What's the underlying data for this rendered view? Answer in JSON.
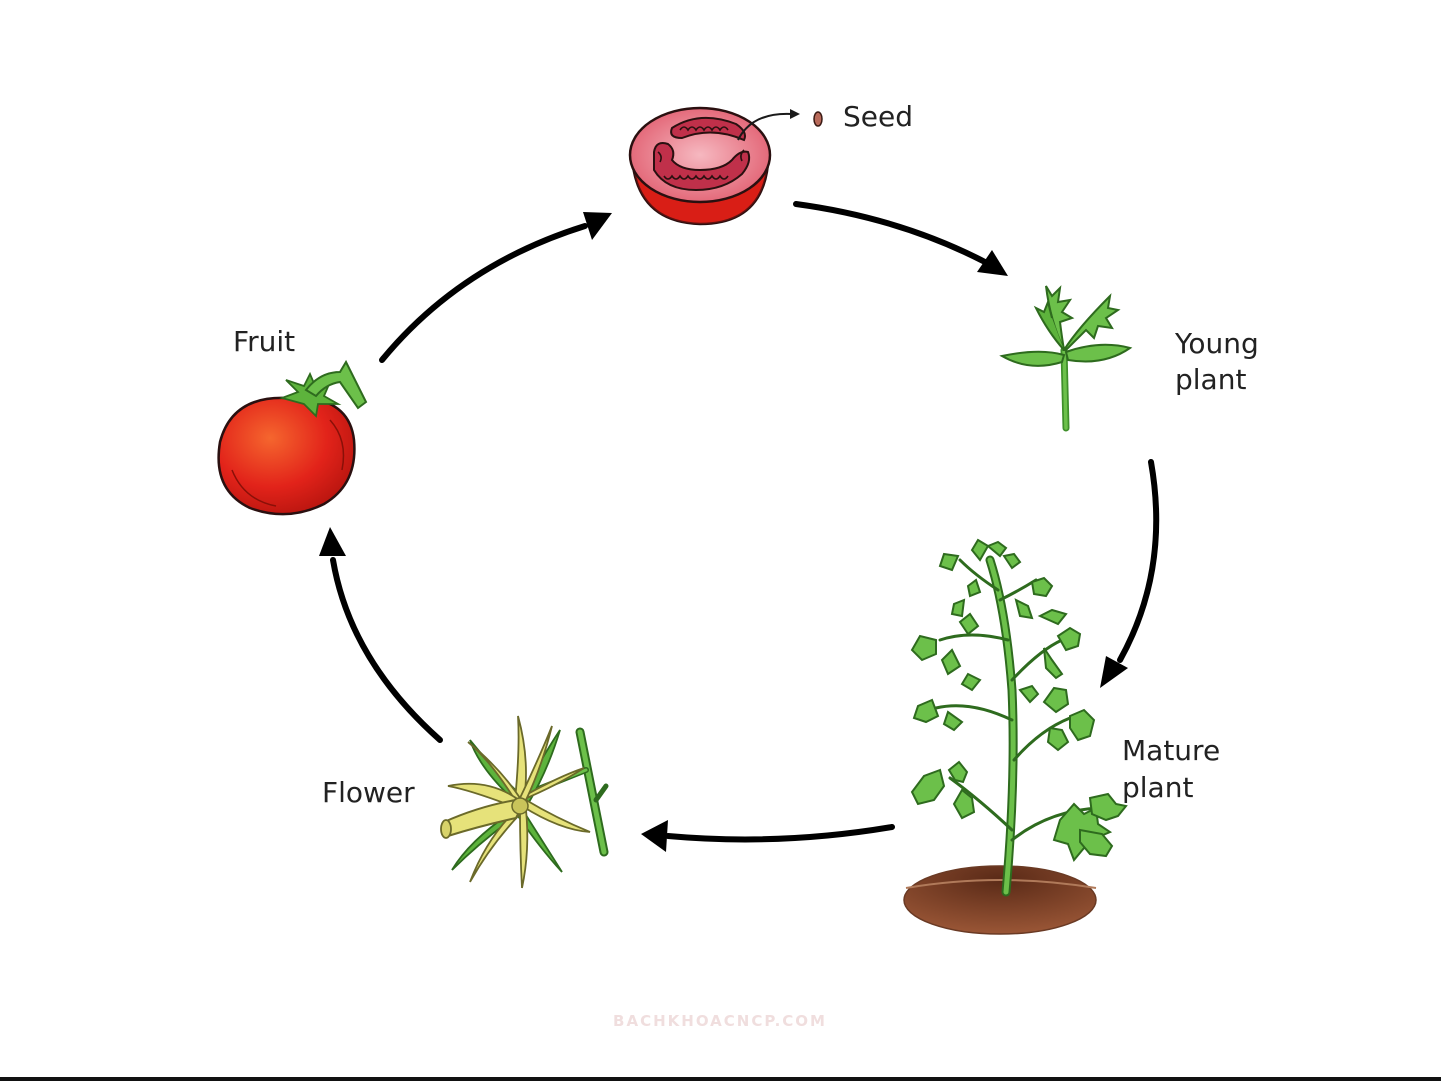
{
  "diagram": {
    "stages": [
      {
        "id": "seed",
        "label": "Seed"
      },
      {
        "id": "young-plant",
        "label_lines": [
          "Young",
          "plant"
        ]
      },
      {
        "id": "mature-plant",
        "label_lines": [
          "Mature",
          "plant"
        ]
      },
      {
        "id": "flower",
        "label": "Flower"
      },
      {
        "id": "fruit",
        "label": "Fruit"
      }
    ],
    "watermark": "BACHKHOACNCP.COM"
  },
  "colors": {
    "arrow": "#000000",
    "tomato_red": "#e2231a",
    "tomato_flesh": "#e86b78",
    "stem_green": "#5db33c",
    "leaf_green": "#6cc04a",
    "flower_yellow": "#e6e27a",
    "soil": "#7a3b22"
  }
}
